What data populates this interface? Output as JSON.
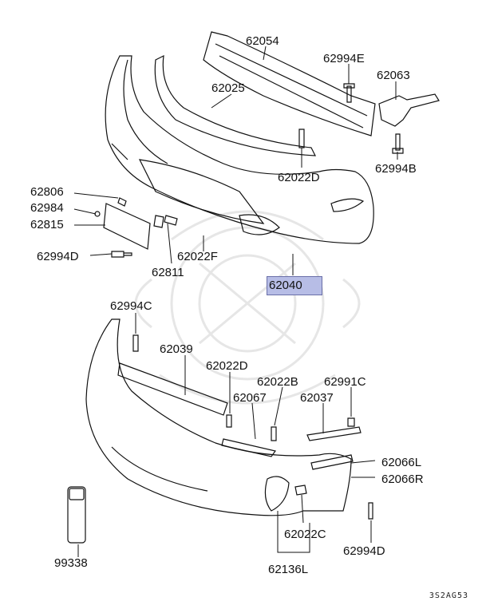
{
  "parts": [
    {
      "id": "p62054",
      "number": "62054"
    },
    {
      "id": "p62994E",
      "number": "62994E"
    },
    {
      "id": "p62063",
      "number": "62063"
    },
    {
      "id": "p62025",
      "number": "62025"
    },
    {
      "id": "p62022D_top",
      "number": "62022D"
    },
    {
      "id": "p62994B",
      "number": "62994B"
    },
    {
      "id": "p62806",
      "number": "62806"
    },
    {
      "id": "p62984",
      "number": "62984"
    },
    {
      "id": "p62815",
      "number": "62815"
    },
    {
      "id": "p62994D_left",
      "number": "62994D"
    },
    {
      "id": "p62022F",
      "number": "62022F"
    },
    {
      "id": "p62811",
      "number": "62811"
    },
    {
      "id": "p62040",
      "number": "62040",
      "highlighted": true
    },
    {
      "id": "p62994C",
      "number": "62994C"
    },
    {
      "id": "p62039",
      "number": "62039"
    },
    {
      "id": "p62022D_mid",
      "number": "62022D"
    },
    {
      "id": "p62022B",
      "number": "62022B"
    },
    {
      "id": "p62991C",
      "number": "62991C"
    },
    {
      "id": "p62067",
      "number": "62067"
    },
    {
      "id": "p62037",
      "number": "62037"
    },
    {
      "id": "p62066L",
      "number": "62066L"
    },
    {
      "id": "p62066R",
      "number": "62066R"
    },
    {
      "id": "p62022C",
      "number": "62022C"
    },
    {
      "id": "p62994D_right",
      "number": "62994D"
    },
    {
      "id": "p62136L",
      "number": "62136L"
    },
    {
      "id": "p99338",
      "number": "99338"
    }
  ],
  "diagram_code": "3S2AG53",
  "colors": {
    "highlight": "#b7bde6",
    "line": "#111111",
    "watermark": "#e9e9e9"
  }
}
